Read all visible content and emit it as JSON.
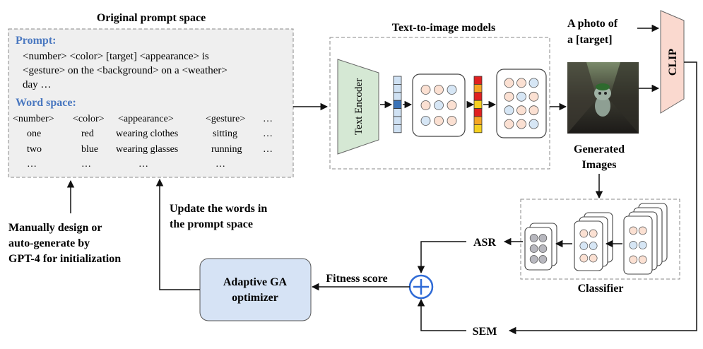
{
  "prompt_space": {
    "title": "Original prompt space",
    "prompt_heading": "Prompt:",
    "prompt_lines": [
      "<number> <color> [target] <appearance> is",
      "<gesture> on the <background> on a <weather>",
      "day …"
    ],
    "word_space_heading": "Word space:",
    "word_rows": [
      [
        "<number>",
        "<color>",
        "<appearance>",
        "<gesture>",
        "…"
      ],
      [
        "one",
        "red",
        "wearing clothes",
        "sitting",
        "…"
      ],
      [
        "two",
        "blue",
        "wearing glasses",
        "running",
        "…"
      ],
      [
        "…",
        "…",
        "…",
        "…",
        ""
      ]
    ]
  },
  "t2i": {
    "title": "Text-to-image models",
    "encoder_label": "Text Encoder"
  },
  "clip": {
    "caption_line1": "A photo of",
    "caption_line2": "a [target]",
    "label": "CLIP"
  },
  "generated_images": {
    "label_line1": "Generated",
    "label_line2": "Images"
  },
  "classifier": {
    "label": "Classifier"
  },
  "metrics": {
    "asr": "ASR",
    "sem": "SEM",
    "fitness": "Fitness score"
  },
  "optimizer": {
    "line1": "Adaptive GA",
    "line2": "optimizer"
  },
  "annotations": {
    "manual_lines": [
      "Manually design or",
      "auto-generate by",
      "GPT-4 for initialization"
    ],
    "update_lines": [
      "Update the words in",
      "the prompt space"
    ]
  },
  "colors": {
    "prompt_box_bg": "#efefef",
    "heading_blue": "#4a78c0",
    "encoder_green": "#d5e8d4",
    "clip_pink": "#fad9cf",
    "optimizer_blue": "#d6e3f5",
    "plus_blue": "#2f6bd6",
    "vector_cells": [
      "#cfe1f3",
      "#cfe1f3",
      "#cfe1f3",
      "#3a73b8",
      "#cfe1f3",
      "#cfe1f3",
      "#cfe1f3"
    ],
    "feature_cells": [
      "#e02020",
      "#f5a623",
      "#e02020",
      "#f5d020",
      "#e02020",
      "#f5a623",
      "#f5d020"
    ]
  }
}
